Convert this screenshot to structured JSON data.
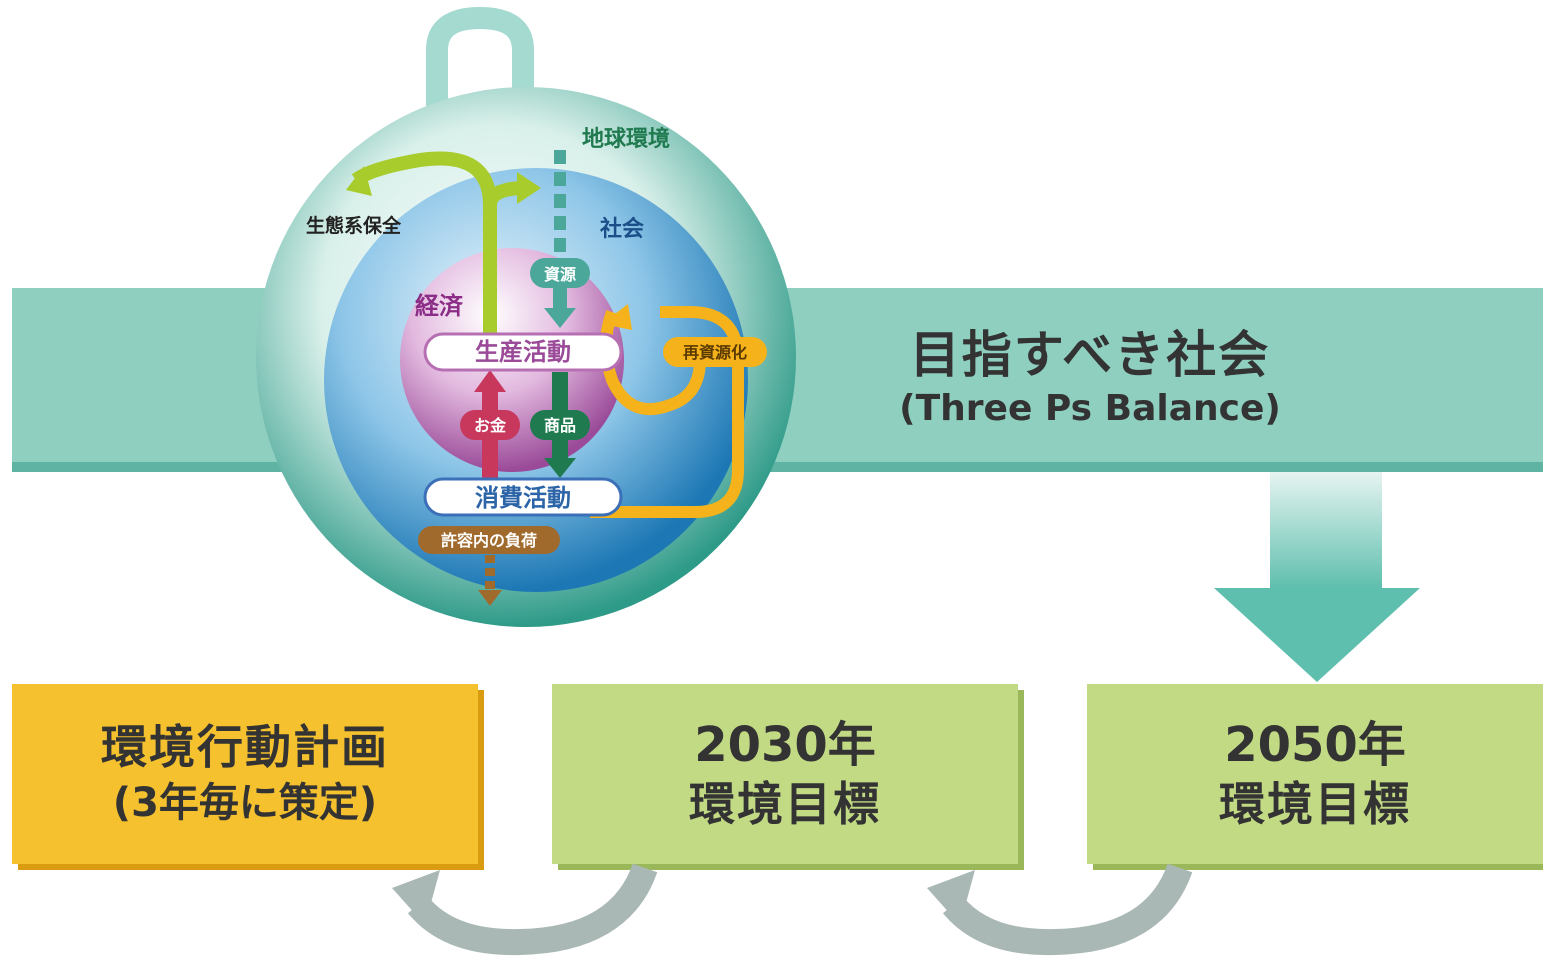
{
  "goal": {
    "title": "目指すべき社会",
    "subtitle": "(Three Ps Balance)"
  },
  "sphere": {
    "outer_label": "地球環境",
    "society_label": "社会",
    "economy_label": "経済",
    "ecosystem_label": "生態系保全",
    "resources_label": "資源",
    "production_label": "生産活動",
    "consumption_label": "消費活動",
    "money_label": "お金",
    "goods_label": "商品",
    "recycle_label": "再資源化",
    "load_label": "許容内の負荷"
  },
  "boxes": {
    "plan": {
      "line1": "環境行動計画",
      "line2": "(3年毎に策定)",
      "color": "#f5c12e"
    },
    "target_2030": {
      "line1": "2030年",
      "line2": "環境目標",
      "color": "#c3da85"
    },
    "target_2050": {
      "line1": "2050年",
      "line2": "環境目標",
      "color": "#c3da85"
    }
  },
  "colors": {
    "band": "#8fcfc0",
    "green_arrow": "#a8cc2c",
    "recycle": "#f5b21a",
    "money": "#c7385c",
    "goods": "#1f7a4f",
    "load": "#a06a2c",
    "feedback_arrow": "#a9b8b4"
  }
}
